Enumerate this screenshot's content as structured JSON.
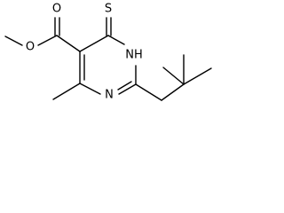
{
  "molecule": {
    "atoms": {
      "S": "S",
      "NH": "NH",
      "N": "N",
      "O_carbonyl": "O",
      "O_ester": "O"
    }
  },
  "colors": {
    "bond": "#000000",
    "text": "#000000",
    "background": "#ffffff"
  }
}
